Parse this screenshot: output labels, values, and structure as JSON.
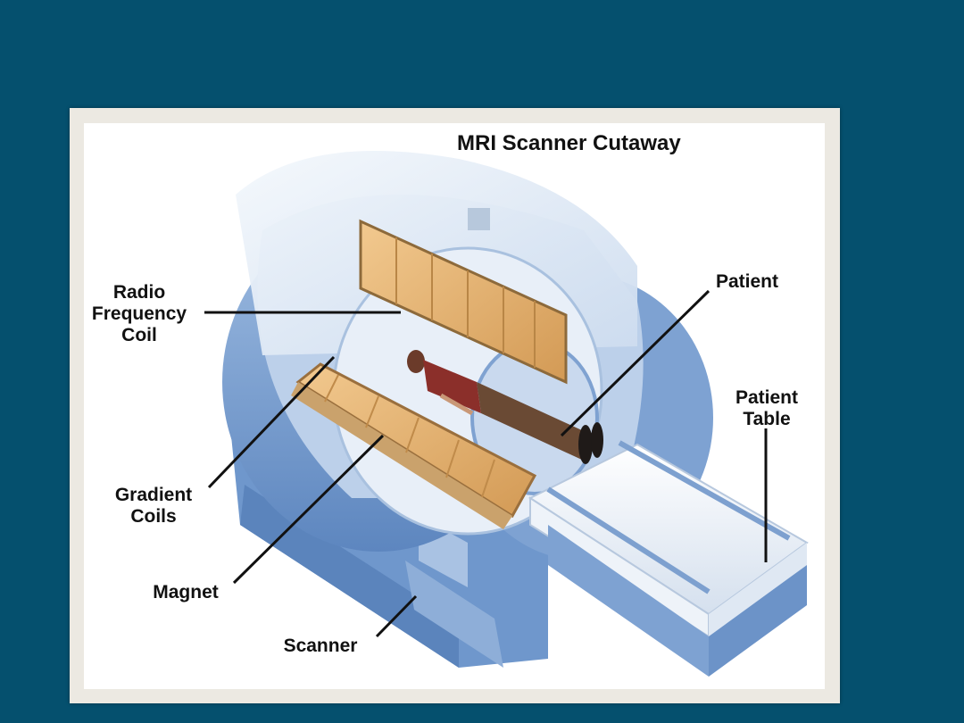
{
  "title": "MRI Scanner Cutaway",
  "labels": {
    "rf_line1": "Radio",
    "rf_line2": "Frequency",
    "rf_line3": "Coil",
    "patient": "Patient",
    "table_line1": "Patient",
    "table_line2": "Table",
    "gradient_line1": "Gradient",
    "gradient_line2": "Coils",
    "magnet": "Magnet",
    "scanner": "Scanner"
  },
  "colors": {
    "slide_bg": "#05506e",
    "frame": "#ece9e2",
    "housing_blue": "#6f97cc",
    "housing_light": "#d7e4f3",
    "coil_tan": "#d9a766",
    "coil_tan_light": "#efc48a",
    "patient_shirt": "#8b2f2a"
  }
}
